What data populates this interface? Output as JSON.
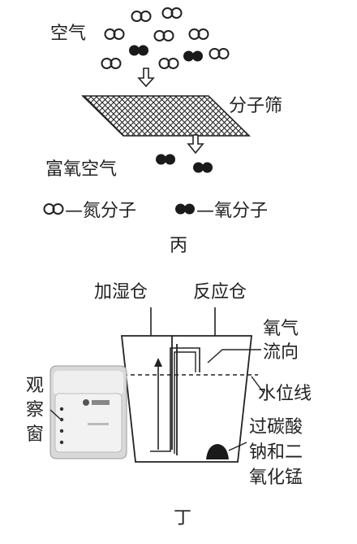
{
  "figure_bing": {
    "air_label": "空气",
    "sieve_label": "分子筛",
    "enriched_label": "富氧空气",
    "legend_nitrogen": "—氮分子",
    "legend_oxygen": "—氧分子",
    "caption": "丙"
  },
  "figure_ding": {
    "humidify_label": "加湿仓",
    "reaction_label": "反应仓",
    "oxygen_flow_label_1": "氧气",
    "oxygen_flow_label_2": "流向",
    "water_line_label": "水位线",
    "reagent_label_1": "过碳酸",
    "reagent_label_2": "钠和二",
    "reagent_label_3": "氧化锰",
    "window_label_1": "观",
    "window_label_2": "察",
    "window_label_3": "窗",
    "caption": "丁"
  },
  "colors": {
    "ink": "#222222",
    "molecule_dark": "#1a1a1a"
  }
}
